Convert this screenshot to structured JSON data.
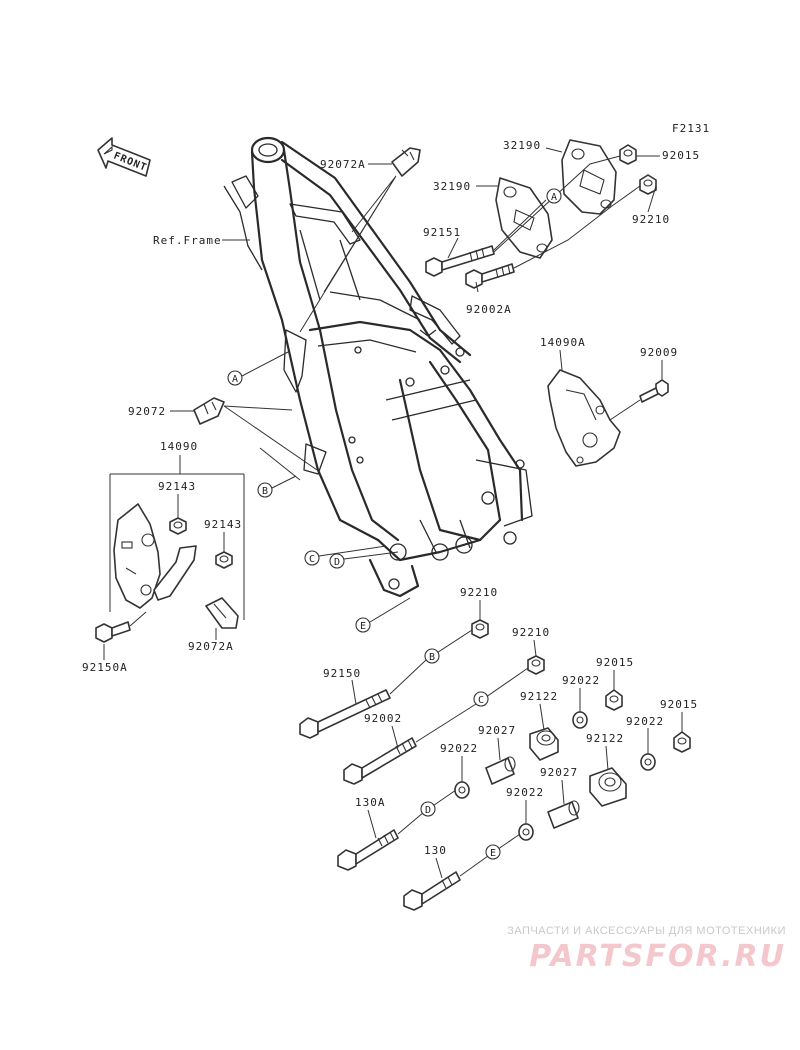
{
  "figure_code": "F2131",
  "front_label": "FRONT",
  "frame_label": "Ref.Frame",
  "part_numbers": {
    "p92072A_top": "92072A",
    "p32190_top": "32190",
    "p92015_top": "92015",
    "p32190_mid": "32190",
    "p92210_top": "92210",
    "p92151": "92151",
    "p92002A": "92002A",
    "p14090A": "14090A",
    "p92009": "92009",
    "p92072": "92072",
    "p14090": "14090",
    "p92143_a": "92143",
    "p92143_b": "92143",
    "p92150A": "92150A",
    "p92072A_bottom": "92072A",
    "p92210_b": "92210",
    "p92210_c": "92210",
    "p92150": "92150",
    "p92002": "92002",
    "p92022_a": "92022",
    "p92015_b": "92015",
    "p92015_c": "92015",
    "p92122_a": "92122",
    "p92027_a": "92027",
    "p92022_b": "92022",
    "p92022_c": "92022",
    "p92122_b": "92122",
    "p92027_b": "92027",
    "p92022_d": "92022",
    "p130A": "130A",
    "p130": "130"
  },
  "reference_marks": {
    "A": "A",
    "B": "B",
    "C": "C",
    "D": "D",
    "E": "E"
  },
  "watermark": {
    "line1": "ЗАПЧАСТИ И АКСЕССУАРЫ ДЛЯ МОТОТЕХНИКИ",
    "line2": "PARTSFOR.RU"
  }
}
